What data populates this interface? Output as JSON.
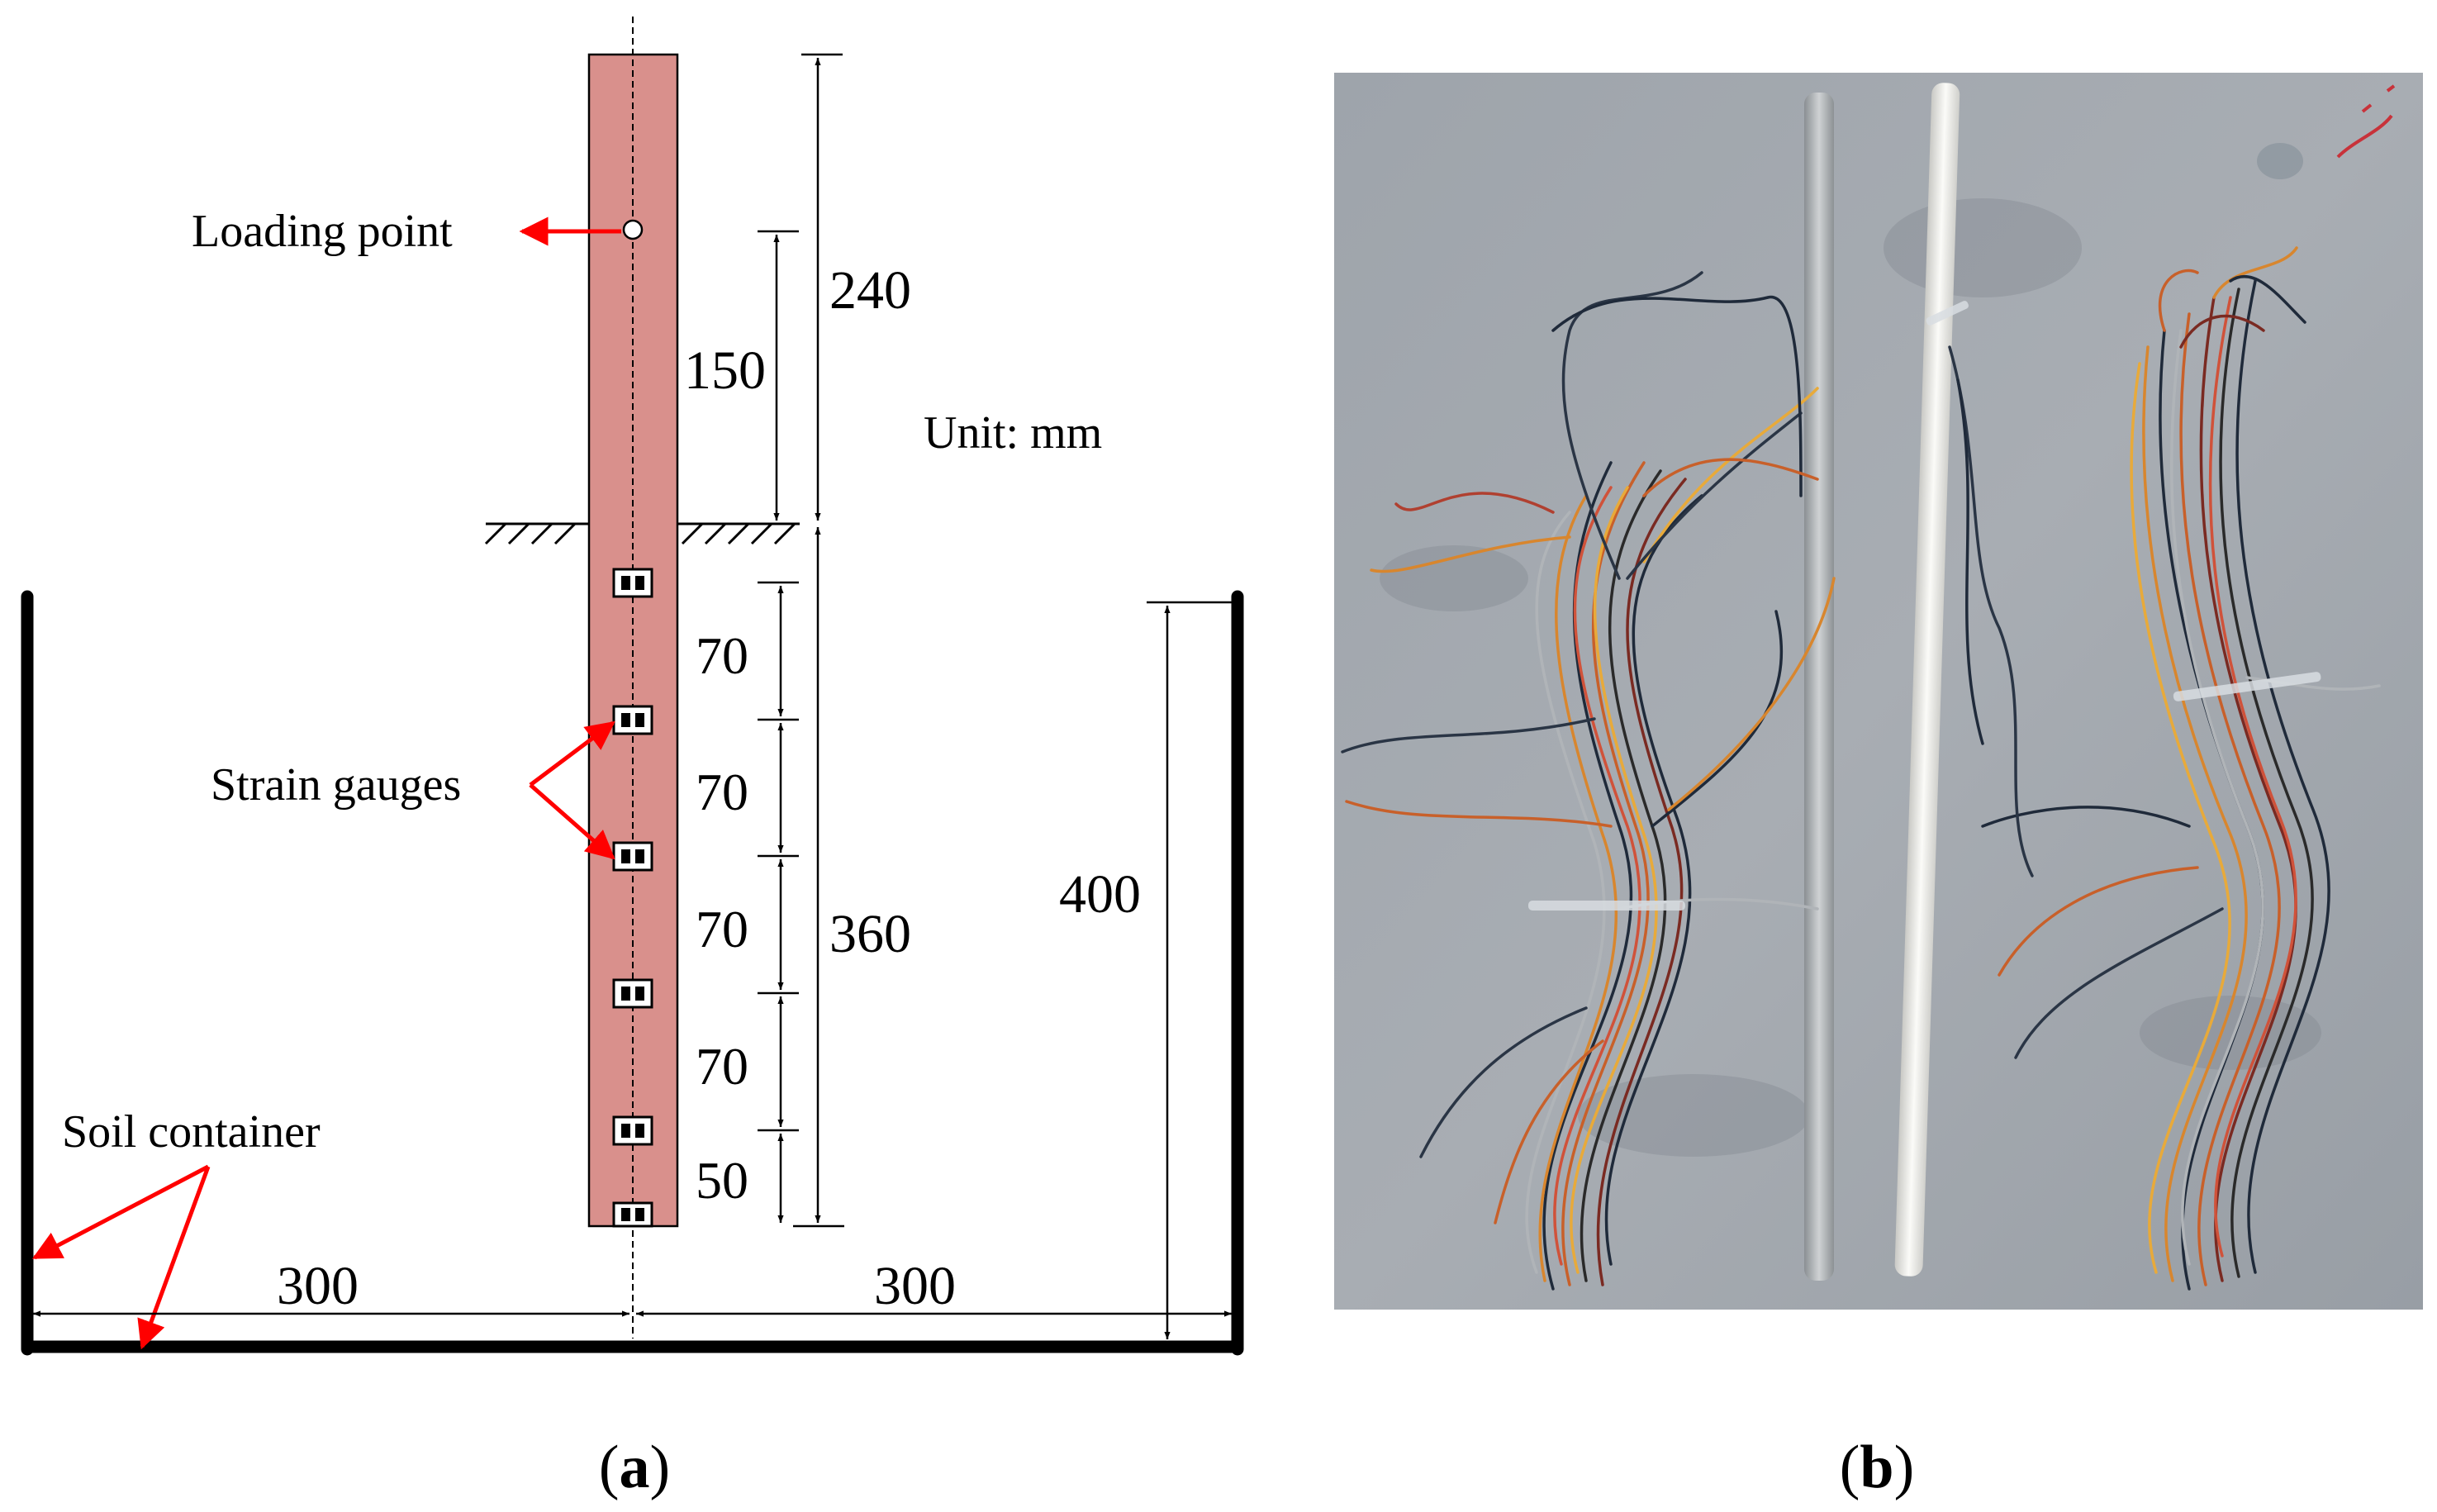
{
  "diagram": {
    "loading_point_label": "Loading point",
    "strain_gauges_label": "Strain gauges",
    "soil_container_label": "Soil container",
    "unit_label": "Unit: mm",
    "dim_240": "240",
    "dim_150": "150",
    "dim_360": "360",
    "dim_400": "400",
    "dim_300_left": "300",
    "dim_300_right": "300",
    "gauge_spacings": [
      "70",
      "70",
      "70",
      "70",
      "50"
    ],
    "pile_color": "#d9908c",
    "arrow_color": "#ff0000"
  },
  "captions": {
    "a_open": "(",
    "a_letter": "a",
    "a_close": ")",
    "b_open": "(",
    "b_letter": "b",
    "b_close": ")"
  }
}
